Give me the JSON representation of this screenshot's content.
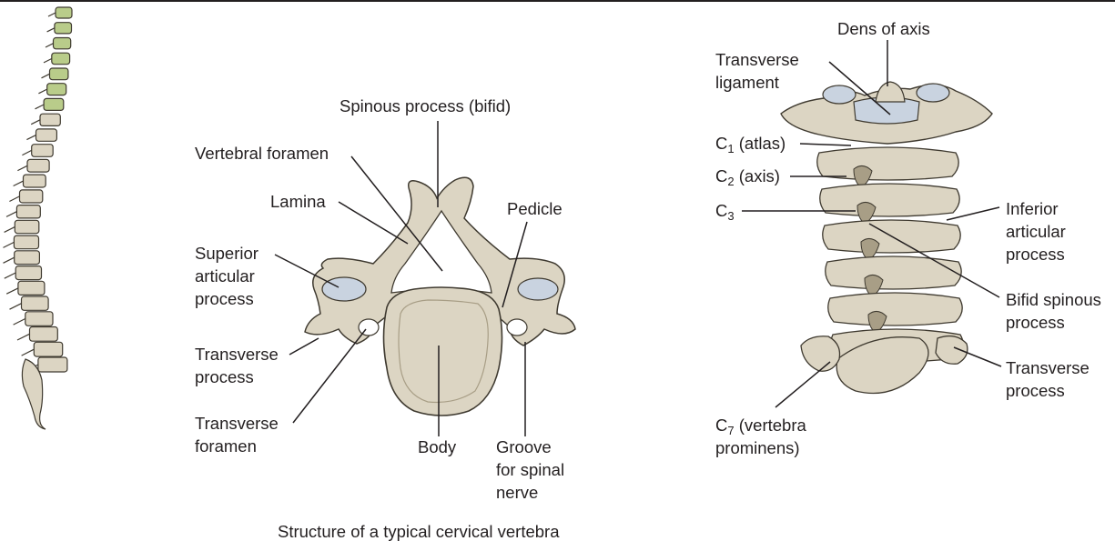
{
  "colors": {
    "bone": "#dcd5c3",
    "bone_shadow": "#a89e86",
    "outline": "#3f3a30",
    "cervical_highlight": "#b9cc8a",
    "cartilage": "#c9d3e0",
    "leader": "#231f20"
  },
  "typical_vertebra": {
    "caption": "Structure of a typical cervical vertebra",
    "labels": {
      "spinous_process": "Spinous process (bifid)",
      "vertebral_foramen": "Vertebral foramen",
      "lamina": "Lamina",
      "pedicle": "Pedicle",
      "superior_articular_1": "Superior",
      "superior_articular_2": "articular",
      "superior_articular_3": "process",
      "transverse_process_1": "Transverse",
      "transverse_process_2": "process",
      "transverse_foramen_1": "Transverse",
      "transverse_foramen_2": "foramen",
      "body": "Body",
      "groove_1": "Groove",
      "groove_2": "for spinal",
      "groove_3": "nerve"
    }
  },
  "cervical_column": {
    "labels": {
      "dens": "Dens of axis",
      "transverse_ligament_1": "Transverse",
      "transverse_ligament_2": "ligament",
      "c1_prefix": "C",
      "c1_sub": "1",
      "c1_suffix": " (atlas)",
      "c2_prefix": "C",
      "c2_sub": "2",
      "c2_suffix": " (axis)",
      "c3_prefix": "C",
      "c3_sub": "3",
      "inferior_articular_1": "Inferior",
      "inferior_articular_2": "articular",
      "inferior_articular_3": "process",
      "bifid_spinous_1": "Bifid spinous",
      "bifid_spinous_2": "process",
      "transverse_process_1": "Transverse",
      "transverse_process_2": "process",
      "c7_prefix": "C",
      "c7_sub": "7",
      "c7_suffix": " (vertebra",
      "c7_line2": "prominens)"
    }
  }
}
